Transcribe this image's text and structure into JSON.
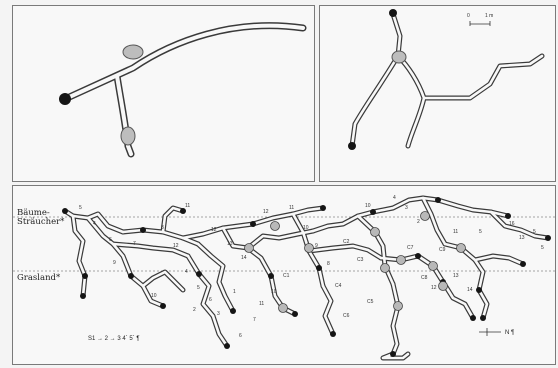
{
  "panel_b": {
    "scale_start": "0",
    "scale_end": "1 m"
  },
  "panel_c": {
    "label_trees": "Bäume-\nSträucher*",
    "label_grass": "Grasland*",
    "bottom_sequence": "S1 → 2 → 3  4´ 5´ ¶",
    "north_arrow_label": "N ¶",
    "numbers": [
      "5",
      "4",
      "6",
      "7",
      "8",
      "12",
      "9",
      "10",
      "11",
      "12",
      "13",
      "14",
      "4",
      "5",
      "6",
      "3",
      "2",
      "1",
      "12",
      "11",
      "10",
      "9",
      "8",
      "C1",
      "C2",
      "C3",
      "C4",
      "C5",
      "C6",
      "C7",
      "C8",
      "C9",
      "11",
      "16",
      "13",
      "5",
      "5",
      "5",
      "4",
      "3",
      "2",
      "12",
      "13",
      "14",
      "10",
      "6",
      "7",
      "10",
      "11"
    ]
  }
}
